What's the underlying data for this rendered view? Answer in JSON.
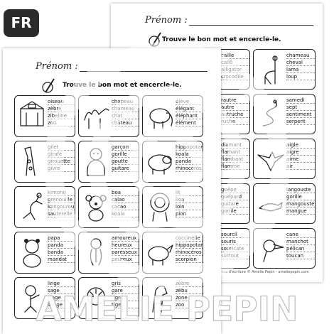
{
  "language_badge": "FR",
  "brand_watermark": "AMELIE PEPIN",
  "credits": "Illustrations et police d'écriture © Amélie Pepin - ameliepepin.com",
  "back_sheet": {
    "name_label": "Prénom :",
    "instruction": "Trouve le bon mot et encercle-le.",
    "cards": [
      {
        "picture": "crocodile-icon",
        "words": [
          "caille",
          "callô",
          "alligator",
          "crocodile"
        ]
      },
      {
        "picture": "llama-icon",
        "words": [
          "chameau",
          "cheval",
          "lama",
          "loup"
        ]
      },
      {
        "picture": "ostrich-icon",
        "words": [
          "rautre",
          "autre",
          "autruche",
          "ruche"
        ]
      },
      {
        "picture": "snake-icon",
        "words": [
          "samedi",
          "sept",
          "sentiment",
          "serpent"
        ]
      },
      {
        "picture": "flamingo-icon",
        "words": [
          "diamant",
          "flamant",
          "flambant",
          "flamme"
        ]
      },
      {
        "picture": "eagle-icon",
        "words": [
          "aigle",
          "aigre",
          "aime",
          "air"
        ]
      },
      {
        "picture": "cheetah-icon",
        "words": [
          "guêpe",
          "guépard",
          "guitare",
          "gorille"
        ]
      },
      {
        "picture": "mongoose-icon",
        "words": [
          "langouste",
          "gorille",
          "mangouste",
          "mangue"
        ]
      },
      {
        "picture": "mouse-icon",
        "words": [
          "sourcil",
          "souris",
          "souricate",
          "surtout"
        ]
      },
      {
        "picture": "toucan-icon",
        "words": [
          "cane",
          "manchot",
          "pélican",
          "toucan"
        ]
      }
    ]
  },
  "front_sheet": {
    "name_label": "Prénom :",
    "instruction": "Trouve le bon mot et encercle-le.",
    "cards": [
      {
        "picture": "zoo-icon",
        "words": [
          "oiseau",
          "zèbre",
          "zibeline",
          "zoo"
        ]
      },
      {
        "picture": "camel-icon",
        "words": [
          "chapeau",
          "chameau",
          "chat",
          "château"
        ]
      },
      {
        "picture": "elephant-icon",
        "words": [
          "élève",
          "élégant",
          "éléphant",
          "élément"
        ]
      },
      {
        "picture": "giraffe-icon",
        "words": [
          "gilet",
          "girafe",
          "girouette",
          "givre"
        ]
      },
      {
        "picture": "gorilla-icon",
        "words": [
          "garçon",
          "gorille",
          "goutte",
          "guitare"
        ]
      },
      {
        "picture": "hippo-icon",
        "words": [
          "hippopotame",
          "koala",
          "panda",
          "rhinocéros"
        ]
      },
      {
        "picture": "kangaroo-icon",
        "words": [
          "kimono",
          "grenouille",
          "kangourou",
          "sauterelle"
        ]
      },
      {
        "picture": "koala-icon",
        "words": [
          "boa",
          "calao",
          "cacao",
          "koala"
        ]
      },
      {
        "picture": "lion-icon",
        "words": [
          "lit",
          "lion",
          "loin",
          "pion"
        ]
      },
      {
        "picture": "panda-icon",
        "words": [
          "papa",
          "panda",
          "banda",
          "mandat"
        ]
      },
      {
        "picture": "monkey-icon",
        "words": [
          "amoureux",
          "heureux",
          "paresseux",
          "peureux"
        ]
      },
      {
        "picture": "rhino-icon",
        "words": [
          "coccinelle",
          "hippopotame",
          "rhinocéros",
          "scorpion"
        ]
      },
      {
        "picture": "monkey-small-icon",
        "words": [
          "linge",
          "sage",
          "singe",
          "songe"
        ]
      },
      {
        "picture": "tiger-icon",
        "words": [
          "gris",
          "gare",
          "tigre",
          "tige"
        ]
      },
      {
        "picture": "zebra-icon",
        "words": [
          "zèbre",
          "zébu",
          "zone",
          "zoo"
        ]
      }
    ]
  }
}
